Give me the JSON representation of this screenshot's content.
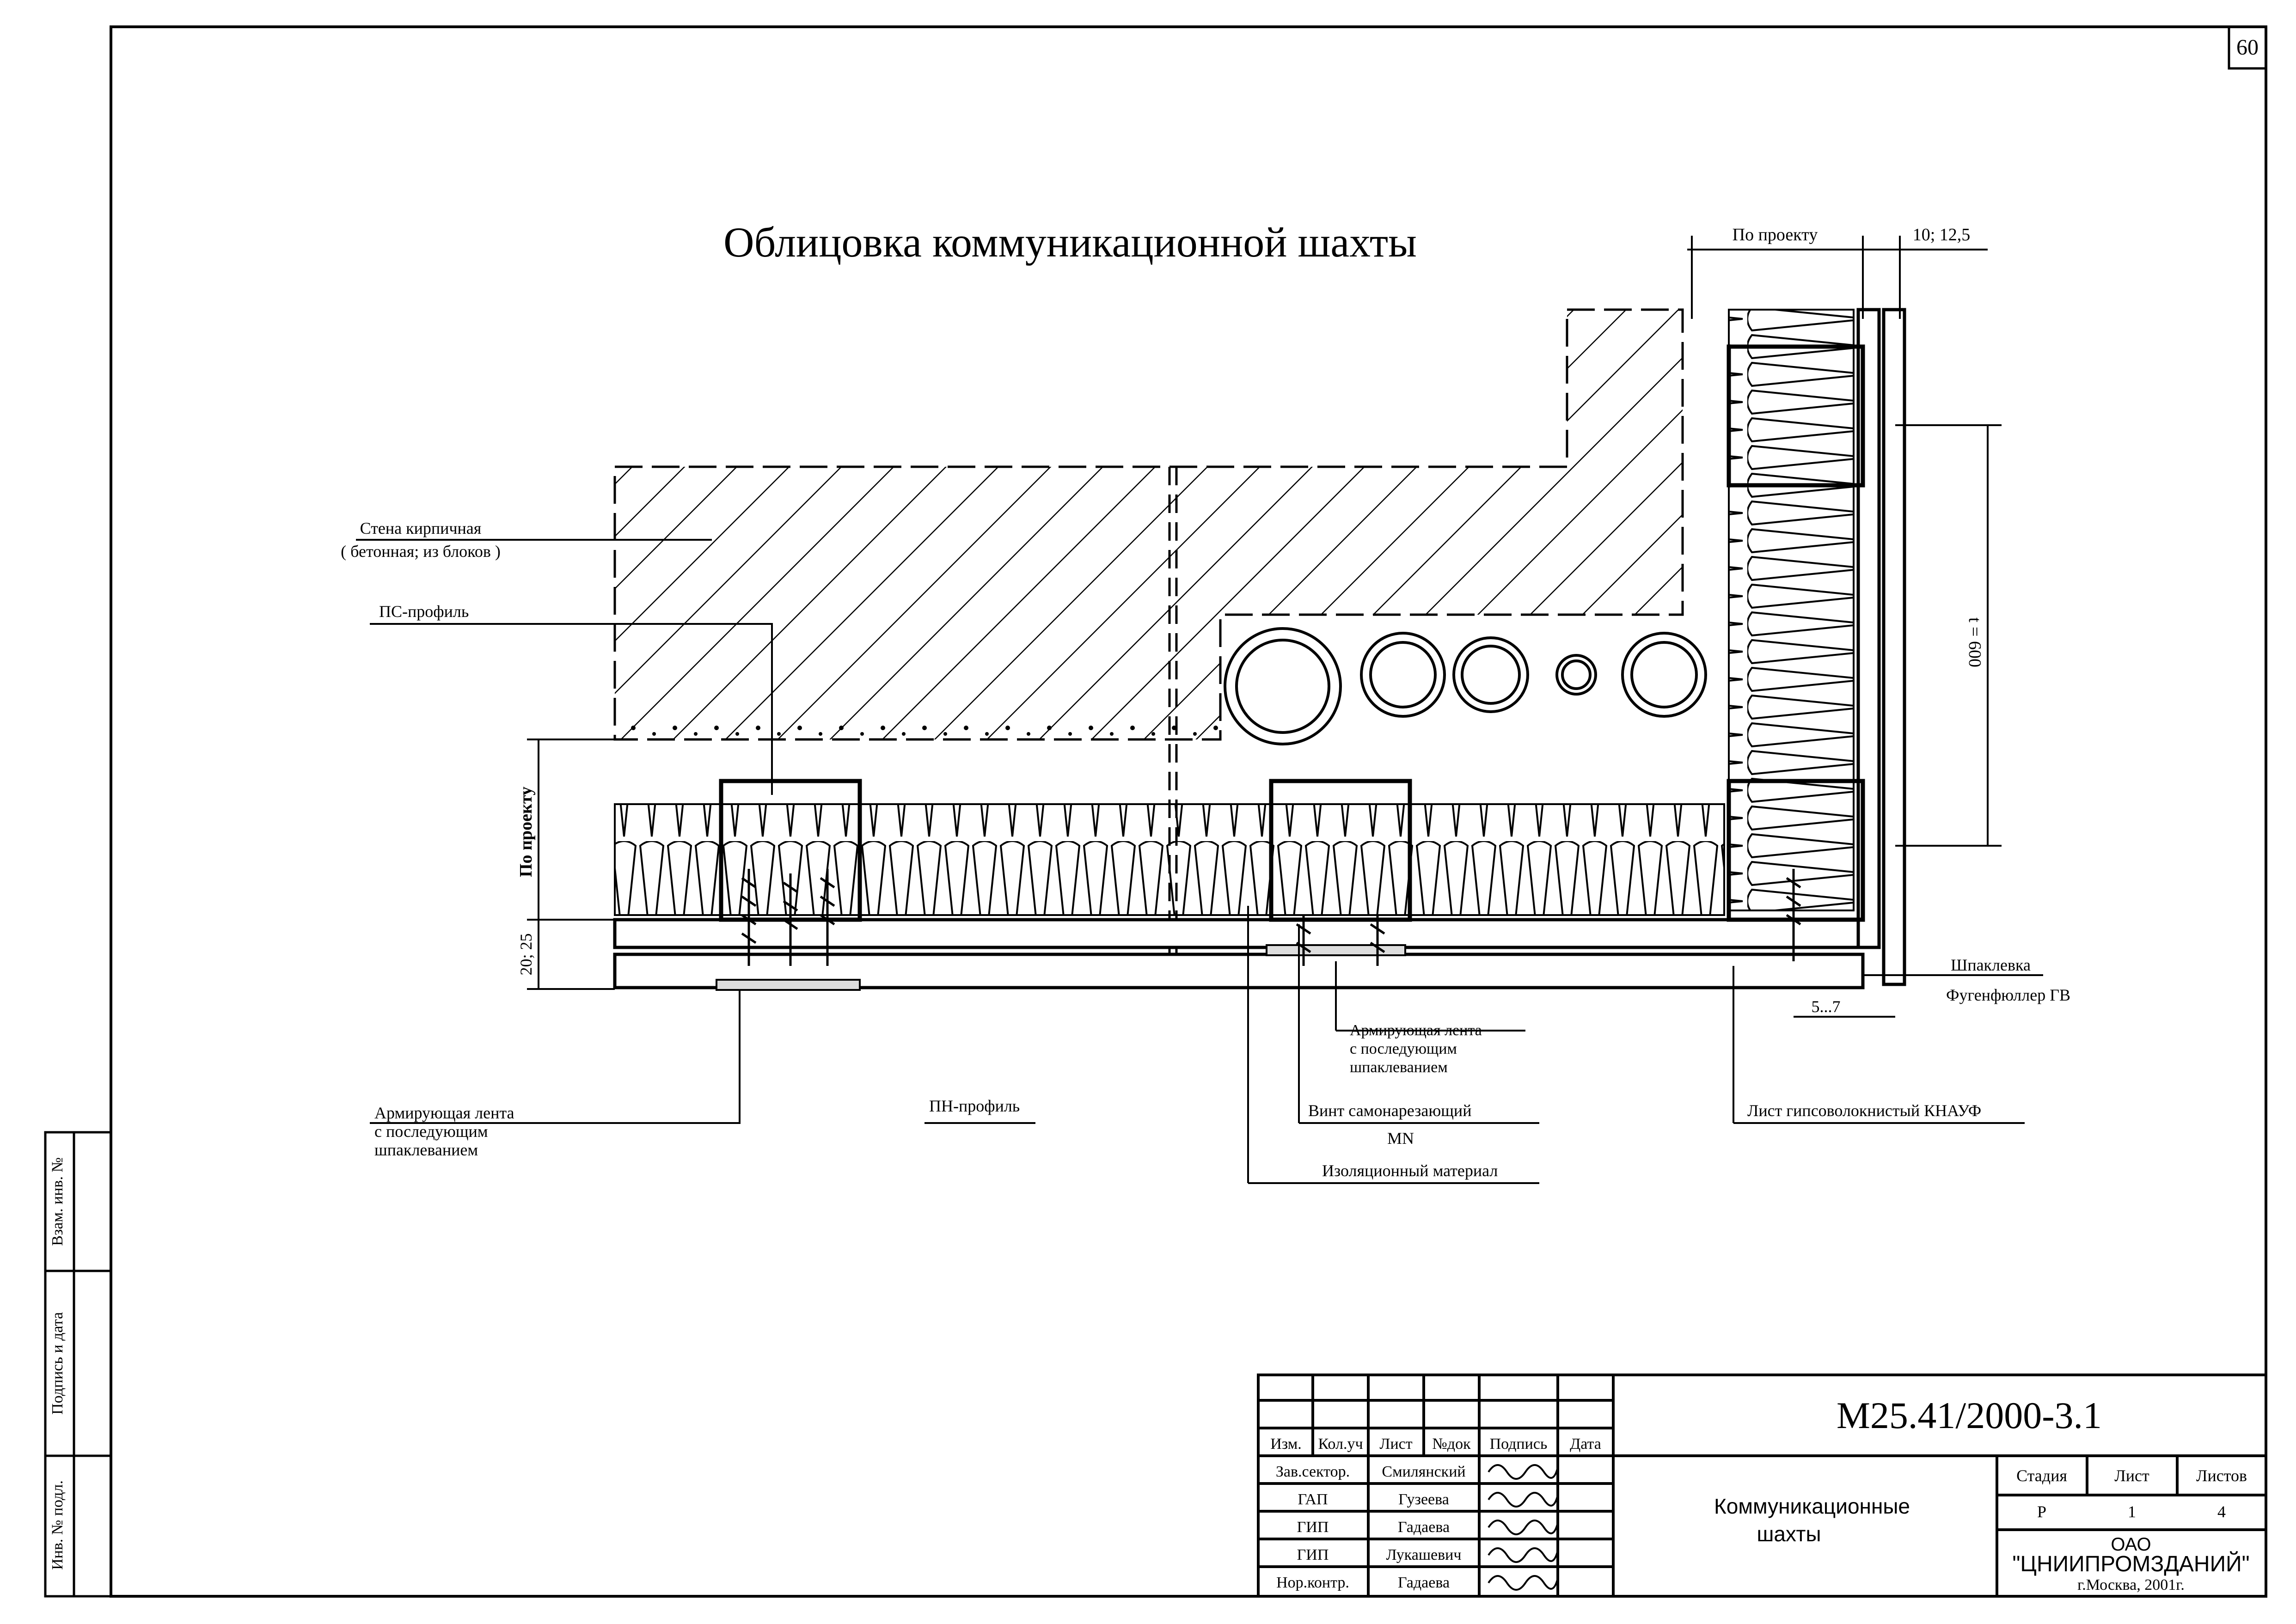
{
  "sheet_number": "60",
  "title": "Облицовка коммуникационной шахты",
  "labels": {
    "wall": "Стена кирпичная",
    "wall_sub": "( бетонная; из блоков )",
    "ps_profile": "ПС-профиль",
    "tape_left_1": "Армирующая лента",
    "tape_left_2": "с последующим",
    "tape_left_3": "шпаклеванием",
    "pn_profile": "ПН-профиль",
    "tape_mid_1": "Армирующая лента",
    "tape_mid_2": "с последующим",
    "tape_mid_3": "шпаклеванием",
    "screw": "Винт самонарезающий",
    "screw_type": "MN",
    "insulation": "Изоляционный материал",
    "sheet": "Лист гипсоволокнистый КНАУФ",
    "putty": "Шпаклевка",
    "fugen": "Фугенфюллер ГВ"
  },
  "dimensions": {
    "top_project": "По проекту",
    "top_thickness": "10; 12,5",
    "step": "t = 600",
    "left_project": "По проекту",
    "left_gap": "20; 25",
    "bottom_gap": "5...7"
  },
  "stamp": {
    "code": "М25.41/2000-3.1",
    "headers": [
      "Изм.",
      "Кол.уч",
      "Лист",
      "№док",
      "Подпись",
      "Дата"
    ],
    "rows": [
      {
        "role": "Зав.сектор.",
        "name": "Смилянский"
      },
      {
        "role": "ГАП",
        "name": "Гузеева"
      },
      {
        "role": "ГИП",
        "name": "Гадаева"
      },
      {
        "role": "ГИП",
        "name": "Лукашевич"
      },
      {
        "role": "Нор.контр.",
        "name": "Гадаева"
      }
    ],
    "doc_name_1": "Коммуникационные",
    "doc_name_2": "шахты",
    "stage_header": "Стадия",
    "sheet_header": "Лист",
    "sheets_header": "Листов",
    "stage": "Р",
    "sheet": "1",
    "sheets": "4",
    "org_1": "ОАО",
    "org_2": "\"ЦНИИПРОМЗДАНИЙ\"",
    "org_3": "г.Москва, 2001г."
  },
  "side_stamp": [
    "Взам. инв. №",
    "Подпись и дата",
    "Инв. № подл."
  ]
}
